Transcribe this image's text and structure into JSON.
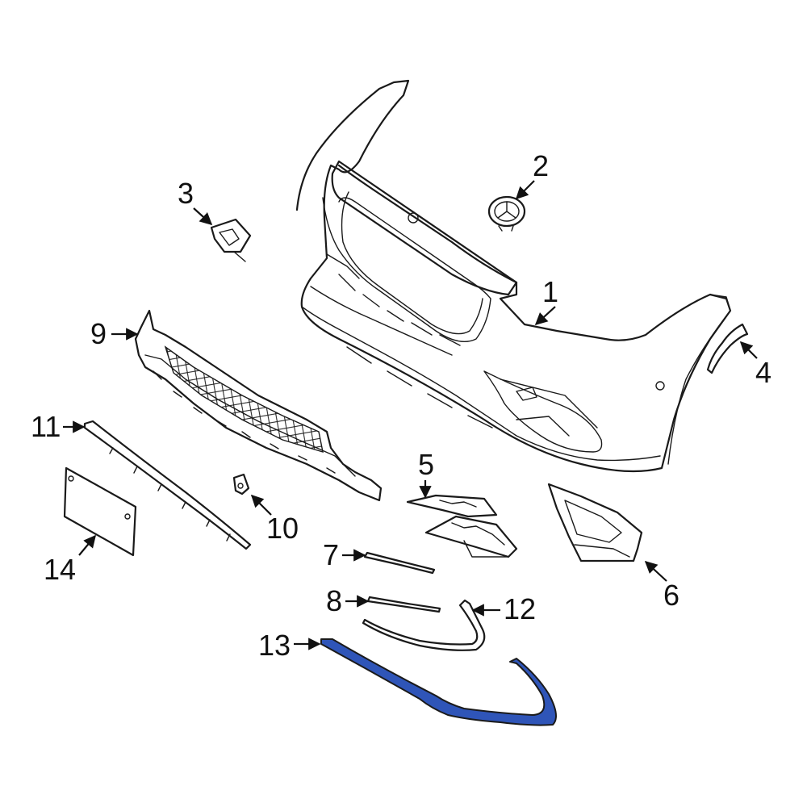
{
  "colors": {
    "line": "#1a1a1a",
    "highlight": "#2f55b8",
    "background": "#ffffff"
  },
  "callouts": [
    {
      "id": "1",
      "label": "1"
    },
    {
      "id": "2",
      "label": "2"
    },
    {
      "id": "3",
      "label": "3"
    },
    {
      "id": "4",
      "label": "4"
    },
    {
      "id": "5",
      "label": "5"
    },
    {
      "id": "6",
      "label": "6"
    },
    {
      "id": "7",
      "label": "7"
    },
    {
      "id": "8",
      "label": "8"
    },
    {
      "id": "9",
      "label": "9"
    },
    {
      "id": "10",
      "label": "10"
    },
    {
      "id": "11",
      "label": "11"
    },
    {
      "id": "12",
      "label": "12"
    },
    {
      "id": "13",
      "label": "13"
    },
    {
      "id": "14",
      "label": "14"
    }
  ],
  "highlighted_part": "13"
}
